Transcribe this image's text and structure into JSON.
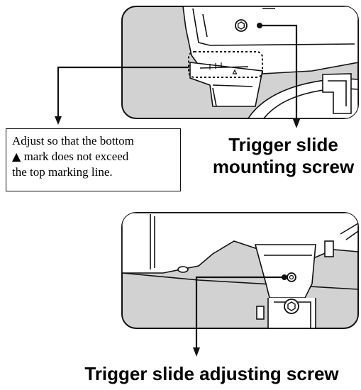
{
  "note": {
    "line1": "Adjust so that the bottom",
    "triangle_symbol": "▲",
    "line2_rest": " mark does not exceed",
    "line3": "the top marking line."
  },
  "labels": {
    "mounting_line1": "Trigger slide",
    "mounting_line2": "mounting screw",
    "adjusting": "Trigger slide adjusting screw"
  },
  "colors": {
    "panel_fill": "#d2d2d2",
    "device_fill": "#ffffff",
    "stroke": "#111111"
  }
}
